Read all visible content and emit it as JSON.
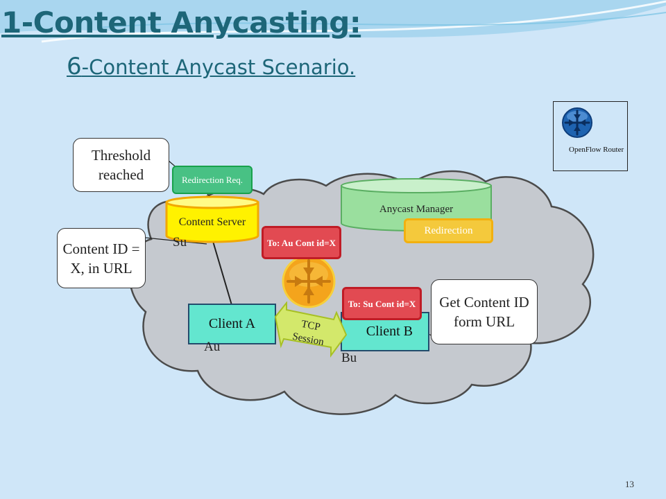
{
  "slide": {
    "title": "1-Content Anycasting:",
    "subtitle_number": "6",
    "subtitle_text": "-Content Anycast Scenario.",
    "page_number": "13"
  },
  "colors": {
    "background": "#cfe6f8",
    "title": "#1d6678",
    "cloud": "#c5c9cf",
    "client": "#63e6cf",
    "content_server": "#fff200",
    "anycast_manager": "#9adf9e",
    "tag_red": "#e24a52",
    "tag_green": "#48c184",
    "tag_yellow": "#f4c93c",
    "router": "#f4a41c",
    "tcp_arrow": "#d3e86b"
  },
  "legend": {
    "icon": "openflow-router-icon",
    "label": "OpenFlow Router"
  },
  "callouts": {
    "threshold": "Threshold reached",
    "content_id": "Content ID = X, in URL",
    "get_content": "Get Content ID form URL"
  },
  "nodes": {
    "content_server": "Content Server",
    "anycast_manager": "Anycast Manager",
    "client_a": "Client A",
    "client_b": "Client B"
  },
  "tags": {
    "redirection_req": "Redirection Req.",
    "redirection": "Redirection",
    "to_au": "To: Au Cont id=X",
    "to_su": "To: Su Cont id=X"
  },
  "labels": {
    "su": "Su",
    "au": "Au",
    "bu": "Bu",
    "tcp_session": "TCP Session"
  }
}
